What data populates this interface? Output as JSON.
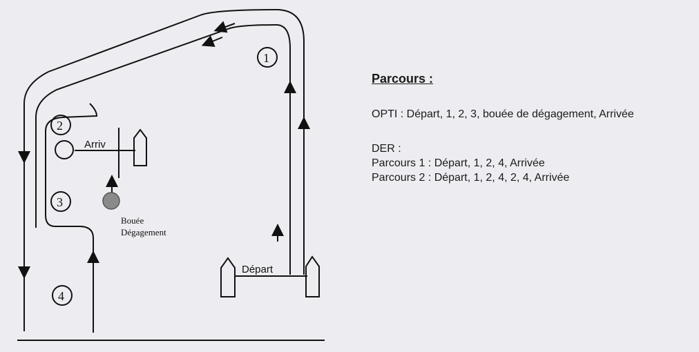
{
  "diagram": {
    "marks": [
      "1",
      "2",
      "3",
      "4"
    ],
    "finish_label": "Arriv",
    "start_label": "Départ",
    "clearance_buoy_label": [
      "Bouée",
      "Dégagement"
    ]
  },
  "legend": {
    "title": "Parcours :",
    "opti": "OPTI : Départ, 1, 2, 3, bouée de dégagement, Arrivée",
    "der_heading": "DER :",
    "der_course_1": "Parcours 1 : Départ, 1, 2, 4, Arrivée",
    "der_course_2": "Parcours 2 : Départ, 1, 2, 4, 2, 4, Arrivée"
  },
  "colors": {
    "background": "#ededf1",
    "ink": "#111111",
    "buoy": "#8a8a8a"
  }
}
